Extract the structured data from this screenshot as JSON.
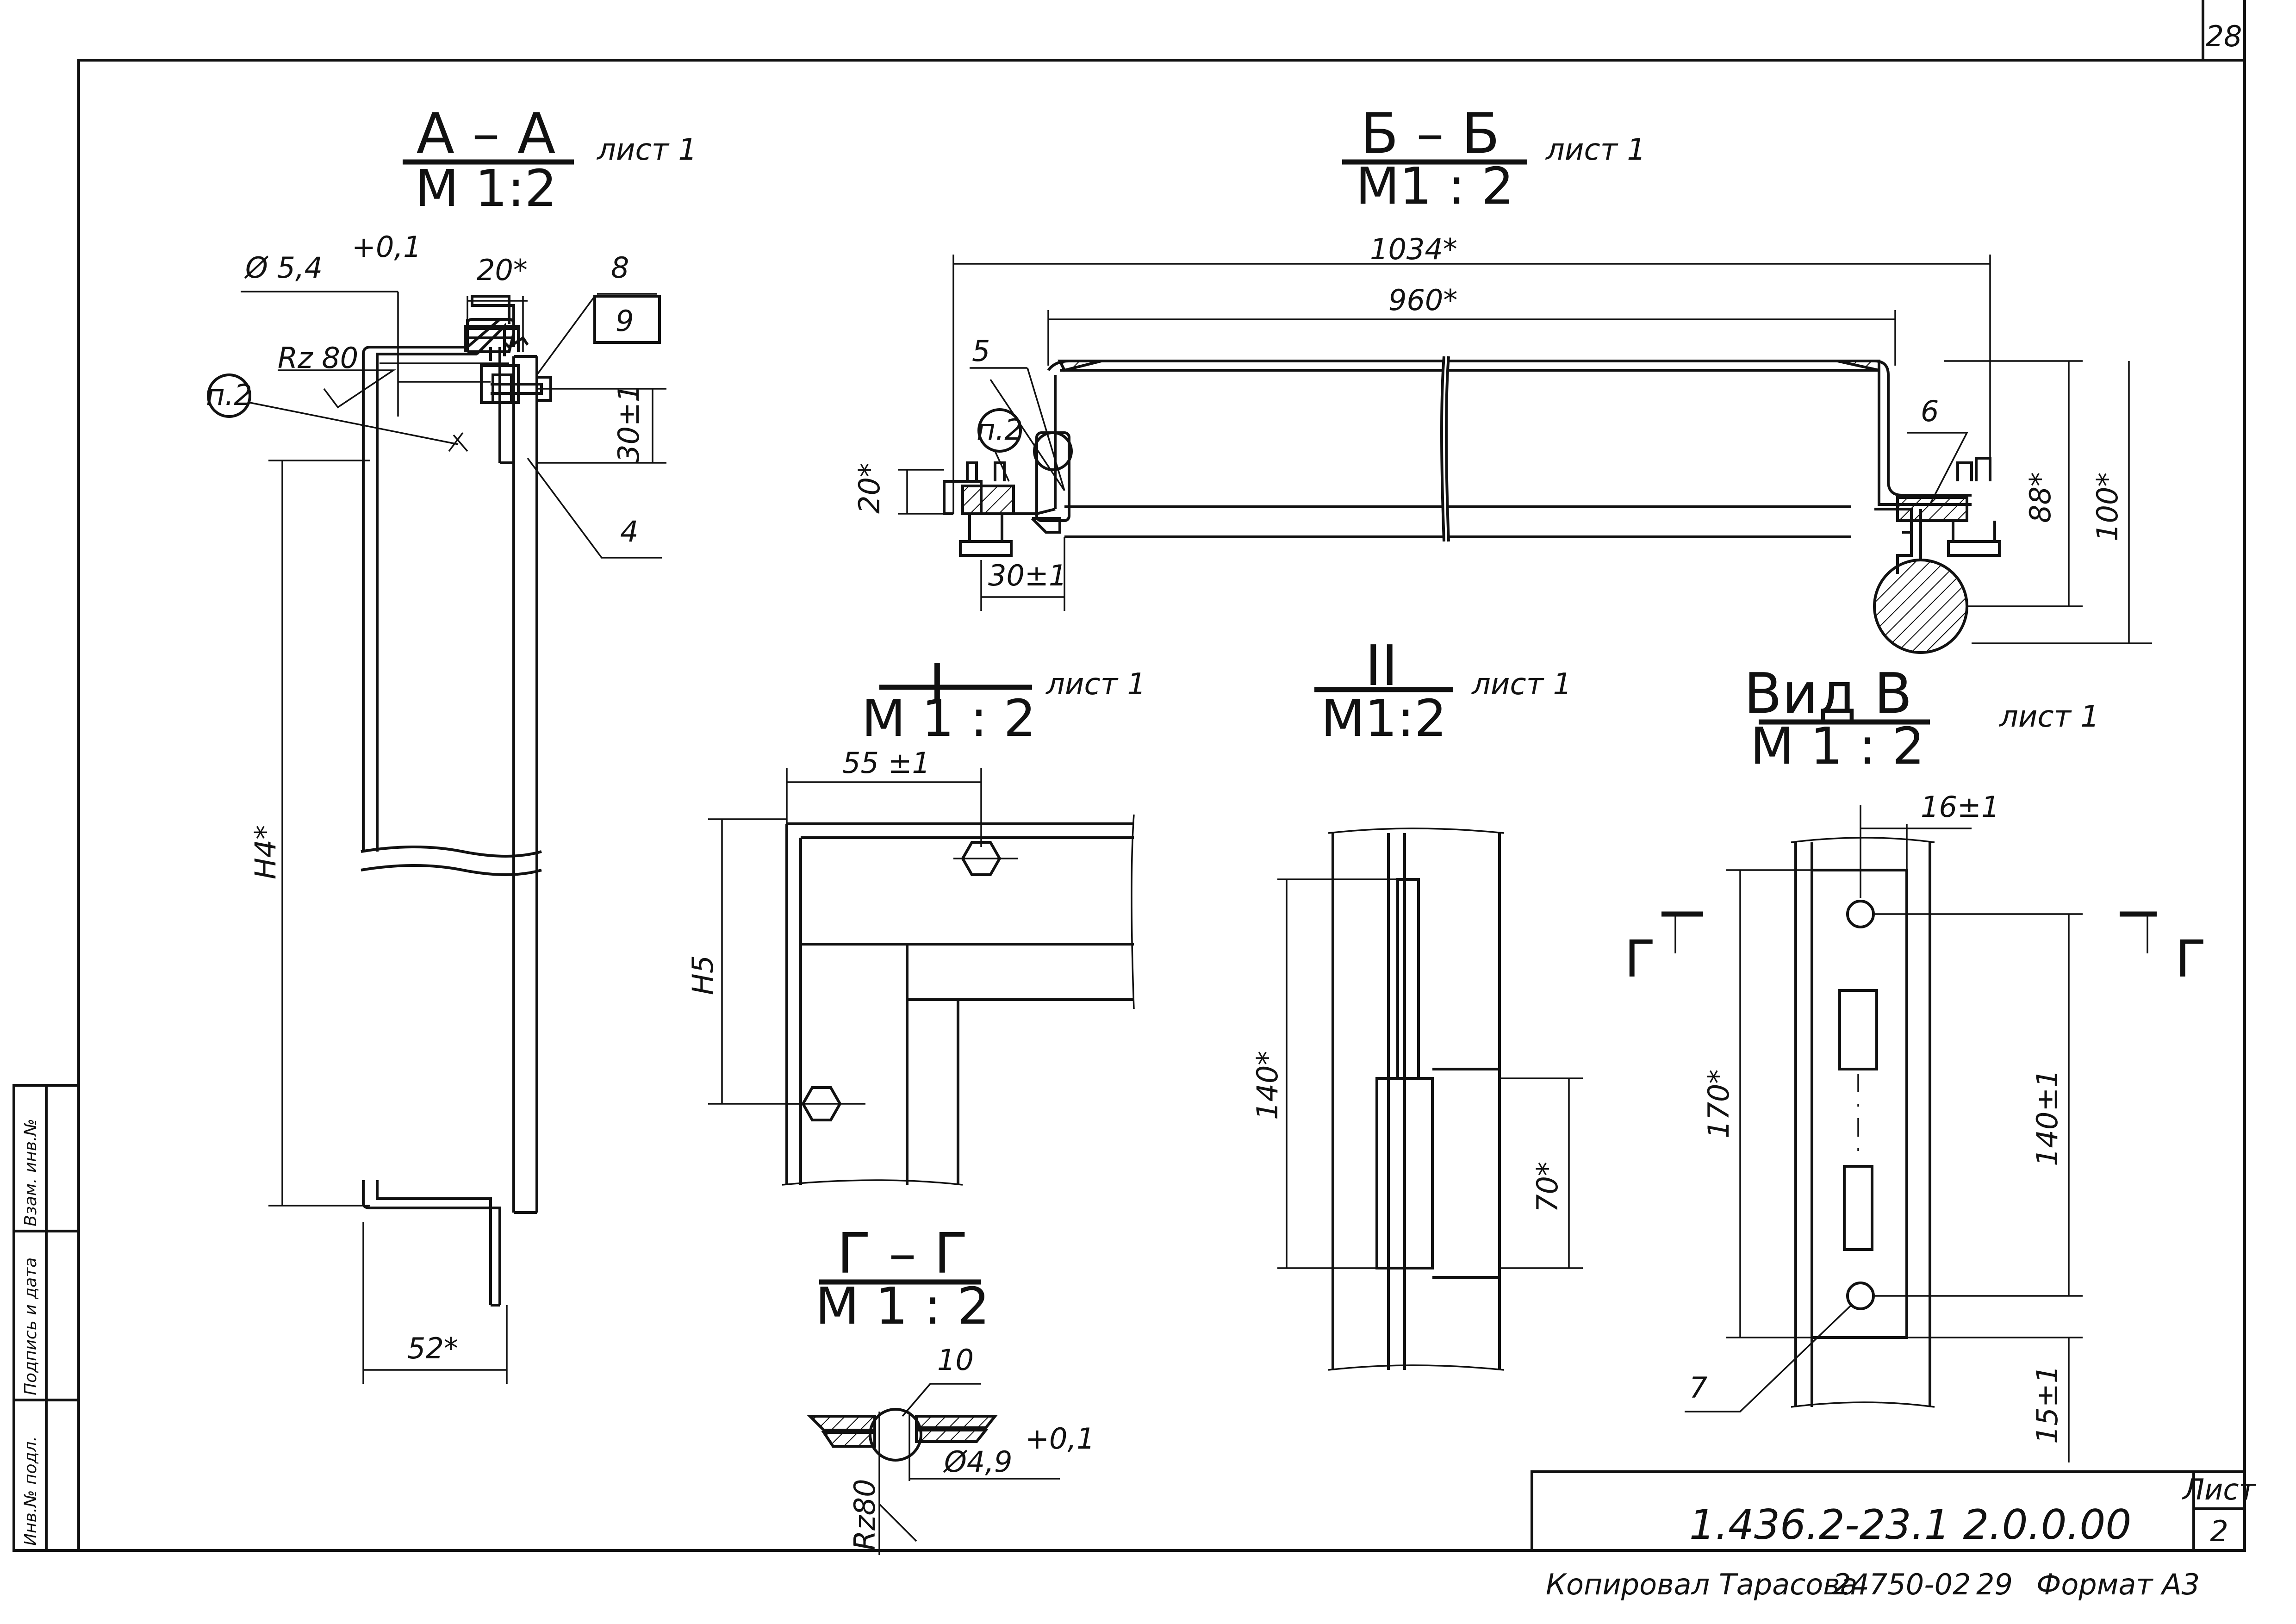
{
  "page": {
    "number": "28"
  },
  "sheet_ref": "лист 1",
  "views": {
    "aa": {
      "title": "А – А",
      "scale": "М 1:2"
    },
    "bb": {
      "title": "Б – Б",
      "scale": "М1 : 2"
    },
    "i": {
      "title": "I",
      "scale": "М 1 : 2"
    },
    "ii": {
      "title": "II",
      "scale": "М1:2"
    },
    "vb": {
      "title": "Вид В",
      "scale": "М 1 : 2"
    },
    "gg": {
      "title": "Г – Г",
      "scale": "М 1 : 2"
    }
  },
  "dimensions": {
    "aa": {
      "hole": "Ø 5,4",
      "hole_tol": "+0,1",
      "flange": "20*",
      "rough": "Rz 80",
      "gap": "30±1",
      "height": "H4*",
      "width": "52*",
      "note": "п.2"
    },
    "bb": {
      "overall": "1034*",
      "inner": "960*",
      "left_h": "20*",
      "gap": "30±1",
      "h88": "88*",
      "h100": "100*",
      "note": "п.2"
    },
    "i": {
      "w": "55 ±1",
      "h": "H5"
    },
    "ii": {
      "h140": "140*",
      "h70": "70*"
    },
    "vb": {
      "w16": "16±1",
      "h170": "170*",
      "h140": "140±1",
      "h15": "15±1",
      "sec": "Г"
    },
    "gg": {
      "hole": "Ø4,9",
      "hole_tol": "+0,1",
      "rough": "Rz80"
    }
  },
  "callouts": [
    "8",
    "9",
    "4",
    "5",
    "6",
    "7",
    "10"
  ],
  "side_stamp": [
    "Инв.№ подл.",
    "Подпись и дата",
    "Взам. инв.№"
  ],
  "title_block": {
    "code": "1.436.2-23.1   2.0.0.00",
    "sheet_label": "Лист",
    "sheet_no": "2"
  },
  "footer": {
    "copied": "Копировал Тарасова",
    "order": "24750-02",
    "num": "29",
    "format": "Формат А3"
  }
}
